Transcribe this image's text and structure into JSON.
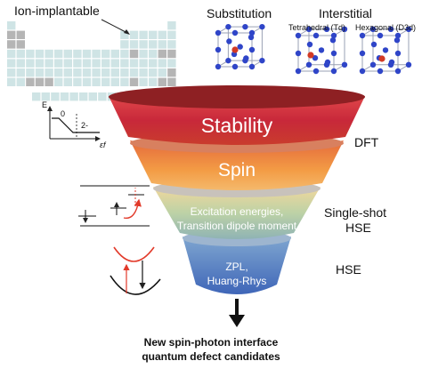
{
  "periodic_table": {
    "label": "Ion-implantable"
  },
  "substitution": {
    "label": "Substitution"
  },
  "interstitial": {
    "label": "Interstitial",
    "tetrahedral_label": "Tetrahedral (Td)",
    "hexagonal_label": "Hexagonal (D3d)"
  },
  "funnel": {
    "stages": [
      {
        "lines": [
          "Stability"
        ],
        "method": [
          "DFT"
        ]
      },
      {
        "lines": [
          "Spin"
        ],
        "method": []
      },
      {
        "lines": [
          "Excitation energies,",
          "Transition dipole moment"
        ],
        "method": [
          "Single-shot",
          "HSE"
        ]
      },
      {
        "lines": [
          "ZPL,",
          "Huang-Rhys"
        ],
        "method": [
          "HSE"
        ]
      }
    ]
  },
  "formation_plot": {
    "y_label": "E",
    "charge_0": "0",
    "charge_2m": "2-",
    "x_label": "εf"
  },
  "output": {
    "lines": [
      "New spin-photon interface",
      "quantum defect candidates"
    ]
  },
  "colors": {
    "stability": "#c8283a",
    "spin": "#f39c45",
    "excitation": "#b6c9a0",
    "zpl": "#5f86c4",
    "arrow_red": "#e23a2a",
    "atom_blue": "#2f45c8",
    "atom_red": "#d23a25",
    "ion_cell": "#cfe4e5",
    "ion_cell_gray": "#b5b5b5"
  }
}
